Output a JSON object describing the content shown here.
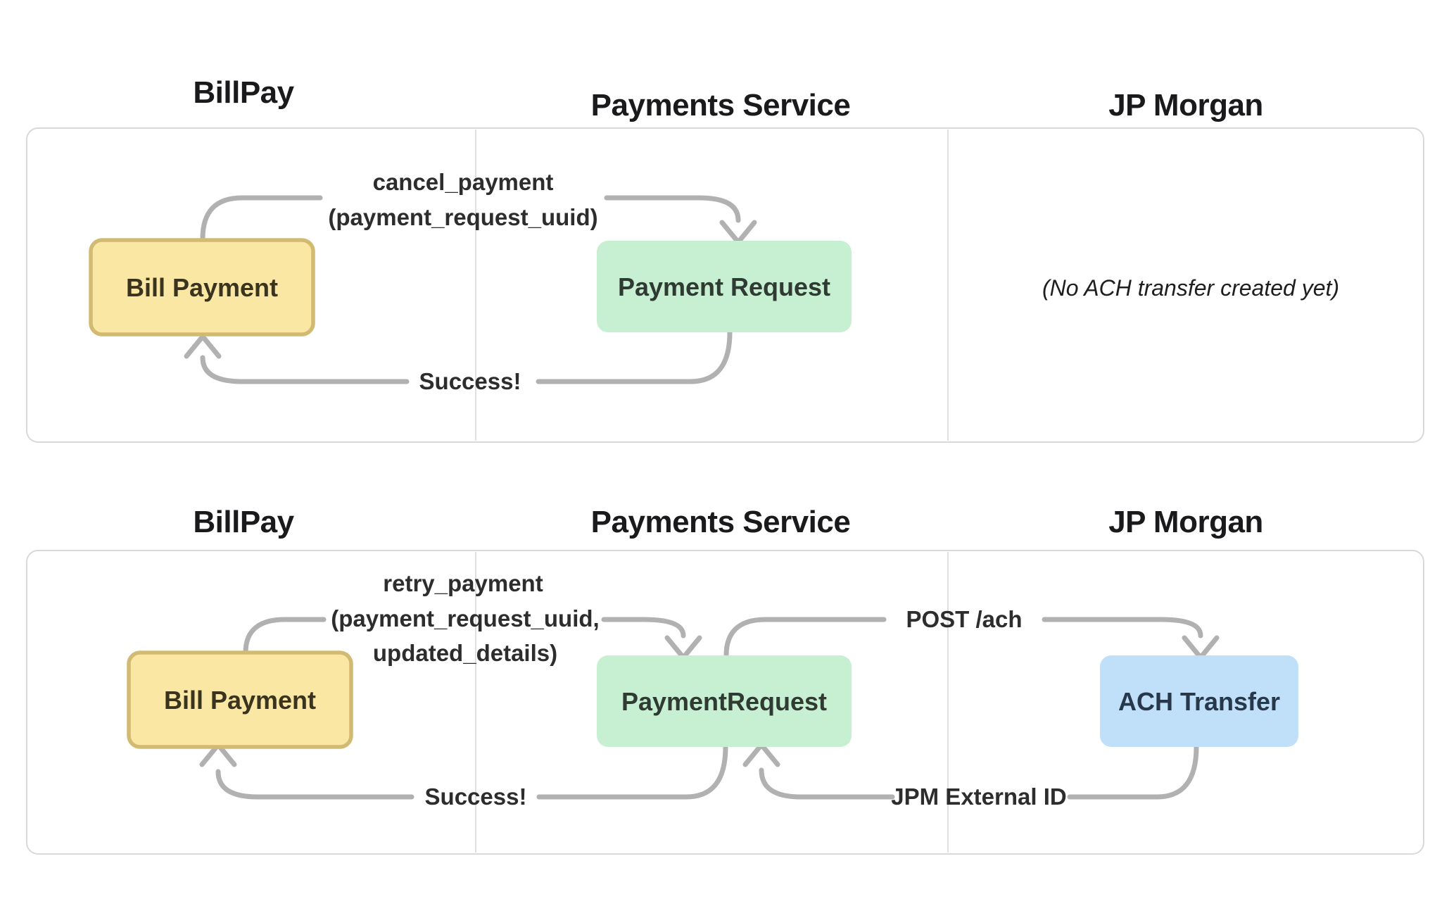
{
  "colors": {
    "background": "#ffffff",
    "panel_border": "#d9d9d9",
    "divider": "#d5d5d5",
    "arrow": "#b1b1b1",
    "header_text": "#1a1a1c",
    "message_text": "#2d2d2d",
    "yellow_fill": "#fae7a4",
    "yellow_border": "#d3ba72",
    "green_fill": "#c7f0d2",
    "blue_fill": "#bfe0f8"
  },
  "diagram_top": {
    "columns": [
      "BillPay",
      "Payments Service",
      "JP Morgan"
    ],
    "nodes": {
      "bill_payment": "Bill Payment",
      "payment_request": "Payment Request",
      "jpm_note": "(No ACH transfer created yet)"
    },
    "messages": {
      "cancel_line1": "cancel_payment",
      "cancel_line2": "(payment_request_uuid)",
      "success": "Success!"
    }
  },
  "diagram_bottom": {
    "columns": [
      "BillPay",
      "Payments Service",
      "JP Morgan"
    ],
    "nodes": {
      "bill_payment": "Bill Payment",
      "payment_request": "PaymentRequest",
      "ach_transfer": "ACH Transfer"
    },
    "messages": {
      "retry_line1": "retry_payment",
      "retry_line2": "(payment_request_uuid,",
      "retry_line3": "updated_details)",
      "post_ach": "POST /ach",
      "jpm_external_id": "JPM External ID",
      "success": "Success!"
    }
  }
}
